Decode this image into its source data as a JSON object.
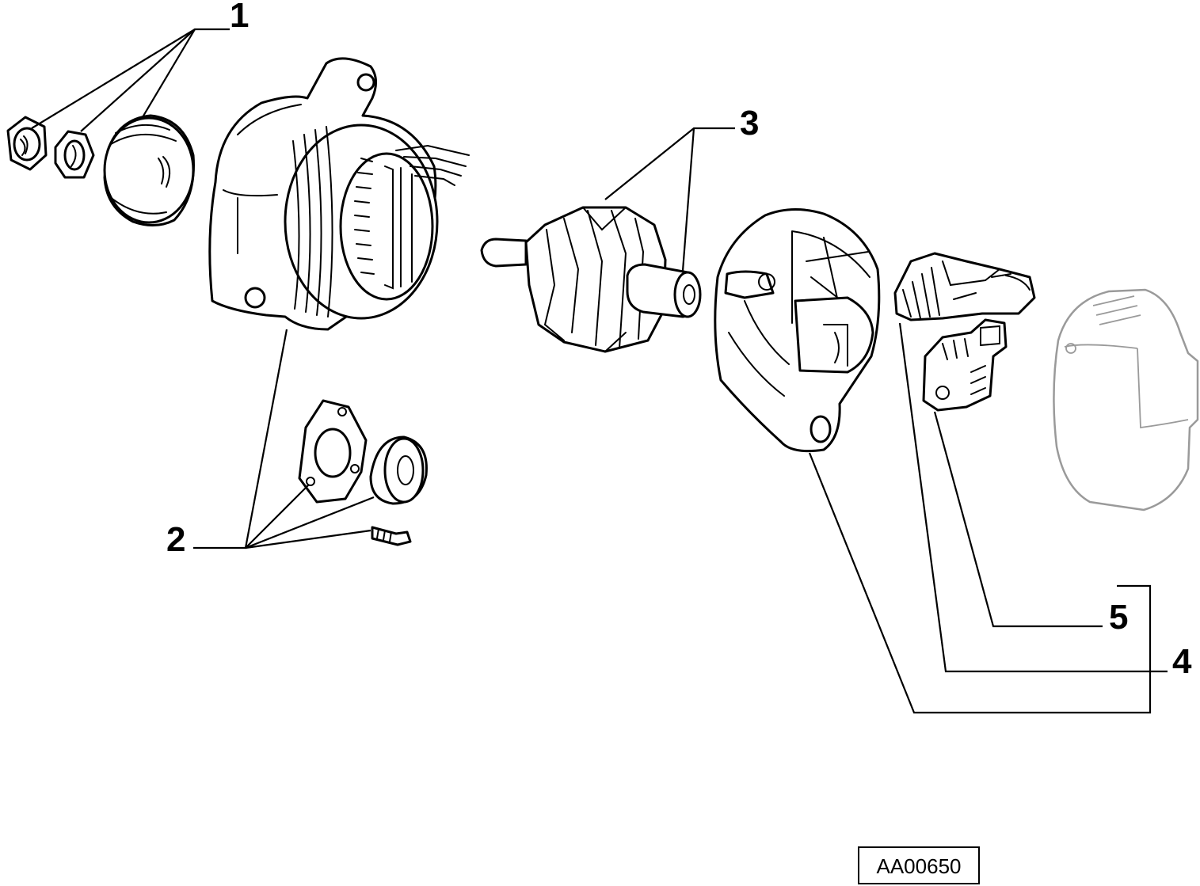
{
  "callouts": {
    "label_1": "1",
    "label_2": "2",
    "label_3": "3",
    "label_4": "4",
    "label_5": "5"
  },
  "reference_code": "AA00650",
  "colors": {
    "line": "#000000",
    "ghost_part": "#9a9a9a",
    "background": "#ffffff"
  }
}
